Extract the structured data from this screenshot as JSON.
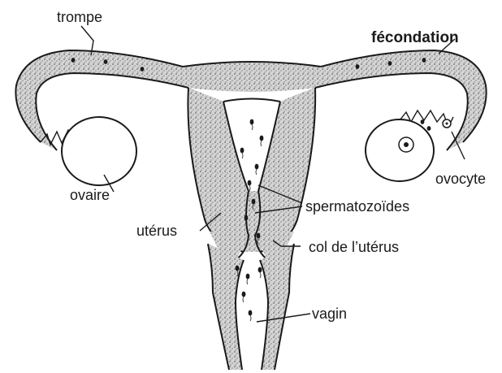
{
  "labels": {
    "trompe": "trompe",
    "fecondation": "fécondation",
    "ovaire": "ovaire",
    "ovocyte": "ovocyte",
    "uterus": "utérus",
    "spermatozoides": "spermatozoïdes",
    "col_uterus": "col de l’utérus",
    "vagin": "vagin"
  },
  "colors": {
    "ink": "#1a1a1a",
    "stipple": "#c8c8c8",
    "background": "#ffffff"
  }
}
